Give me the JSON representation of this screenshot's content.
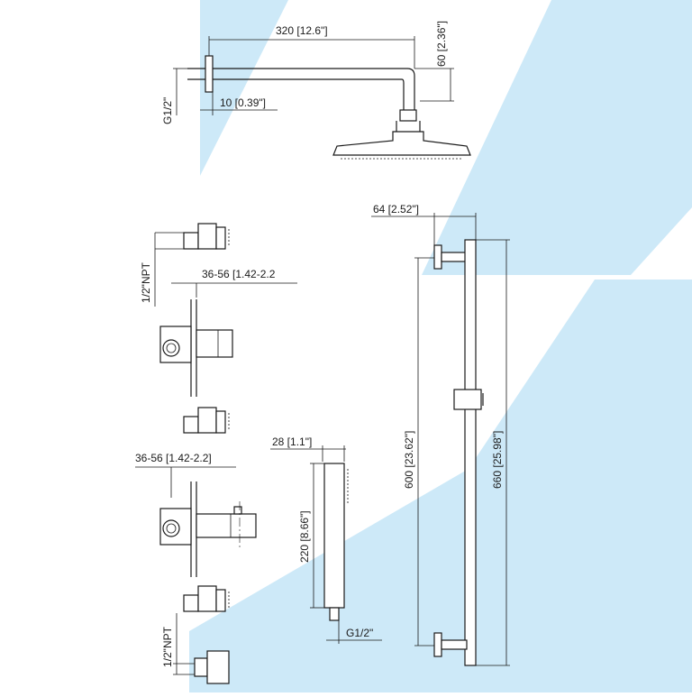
{
  "background": {
    "color": "#ffffff",
    "accent_color": "#cde9f8"
  },
  "shower_arm": {
    "length_label": "320 [12.6\"]",
    "drop_label": "60 [2.36\"]",
    "flange_label": "10 [0.39\"]",
    "thread_label": "G1/2\""
  },
  "valve_upper": {
    "npt_label": "1/2\"NPT",
    "wall_label": "36-56 [1.42-2.2"
  },
  "valve_lower": {
    "wall_label": "36-56 [1.42-2.2]",
    "npt_label": "1/2\"NPT"
  },
  "hand_shower": {
    "width_label": "28 [1.1\"]",
    "length_label": "220 [8.66\"]",
    "thread_label": "G1/2\""
  },
  "slide_bar": {
    "offset_label": "64 [2.52\"]",
    "spacing_label": "600 [23.62\"]",
    "length_label": "660 [25.98\"]"
  }
}
